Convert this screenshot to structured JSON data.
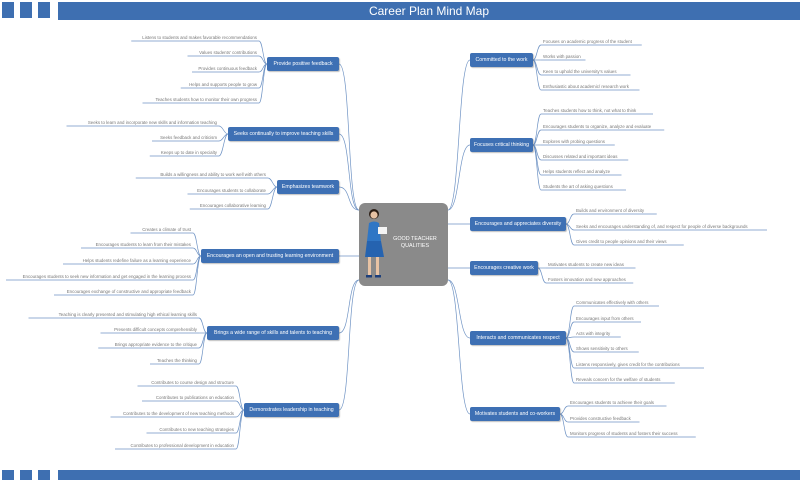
{
  "title": "Career Plan Mind Map",
  "center": {
    "label": "GOOD TEACHER QUALITIES"
  },
  "right_branches": [
    {
      "label": "Committed to the work",
      "items": [
        "Focuses on academic progress of the student",
        "Works with passion",
        "Keen to uphold the university's values",
        "Enthusiastic about academic/ research work"
      ]
    },
    {
      "label": "Focuses critical thinking",
      "items": [
        "Teaches students how to think, not what to think",
        "Encourages students to organize, analyze and evaluate",
        "Explores with probing questions",
        "Discusses related and important ideas",
        "Helps students reflect and analyze",
        "Students the art of asking questions"
      ]
    },
    {
      "label": "Encourages and appreciates diversity",
      "items": [
        "Builds and environment of diversity",
        "Seeks and encourages understanding of, and respect for people of diverse backgrounds",
        "Gives credit to people opinions and their views"
      ]
    },
    {
      "label": "Encourages creative work",
      "items": [
        "Motivates students to create new ideas",
        "Fosters innovation and new approaches"
      ]
    },
    {
      "label": "Interacts and communicates respect",
      "items": [
        "Communicates effectively with others",
        "Encourages input from others",
        "Acts with integrity",
        "Shows sensitivity to others",
        "Listens responsively, gives credit for the contributions",
        "Reveals concern for the welfare of students"
      ]
    },
    {
      "label": "Motivates students and co-workers",
      "items": [
        "Encourages students to achieve their goals",
        "Provides constructive feedback",
        "Monitors progress of students and fosters their success"
      ]
    }
  ],
  "left_branches": [
    {
      "label": "Provide positive feedback",
      "items": [
        "Listens to students and makes favorable recommendations",
        "Values students' contributions",
        "Provides continuous feedback",
        "Helps and supports people to grow",
        "Teaches students how to monitor their own progress"
      ]
    },
    {
      "label": "Seeks continually to improve teaching skills",
      "items": [
        "Seeks to learn and incorporate new skills and information teaching",
        "Seeks feedback and criticism",
        "Keeps up to date in specialty"
      ]
    },
    {
      "label": "Emphasizes teamwork",
      "items": [
        "Builds a willingness and ability to work well with others",
        "Encourages students to collaborate",
        "Encourages collaborative learning"
      ]
    },
    {
      "label": "Encourages an open and trusting learning environment",
      "items": [
        "Creates a climate of trust",
        "Encourages students to learn from their mistakes",
        "Helps students redefine failure as a learning experience",
        "Encourages students to seek new information and get engaged in the learning process",
        "Encourages exchange of constructive and appropriate feedback"
      ]
    },
    {
      "label": "Brings a wide range of skills and talents to teaching",
      "items": [
        "Teaching is clearly presented and stimulating high ethical learning skills",
        "Presents difficult concepts comprehensibly",
        "Brings appropriate evidence to the critique",
        "Teaches the thinking"
      ]
    },
    {
      "label": "Demonstrates leadership in teaching",
      "items": [
        "Contributes to course design and structure",
        "Contributes to publications on education",
        "Contributes to the development of new teaching methods",
        "Contributes to new teaching strategies",
        "Contributes to professional development in education"
      ]
    }
  ],
  "colors": {
    "accent": "#3e6fb1",
    "node": "#3e70b4",
    "center": "#8a8a8a",
    "leaf_text": "#777777",
    "line": "#6f93c4"
  }
}
